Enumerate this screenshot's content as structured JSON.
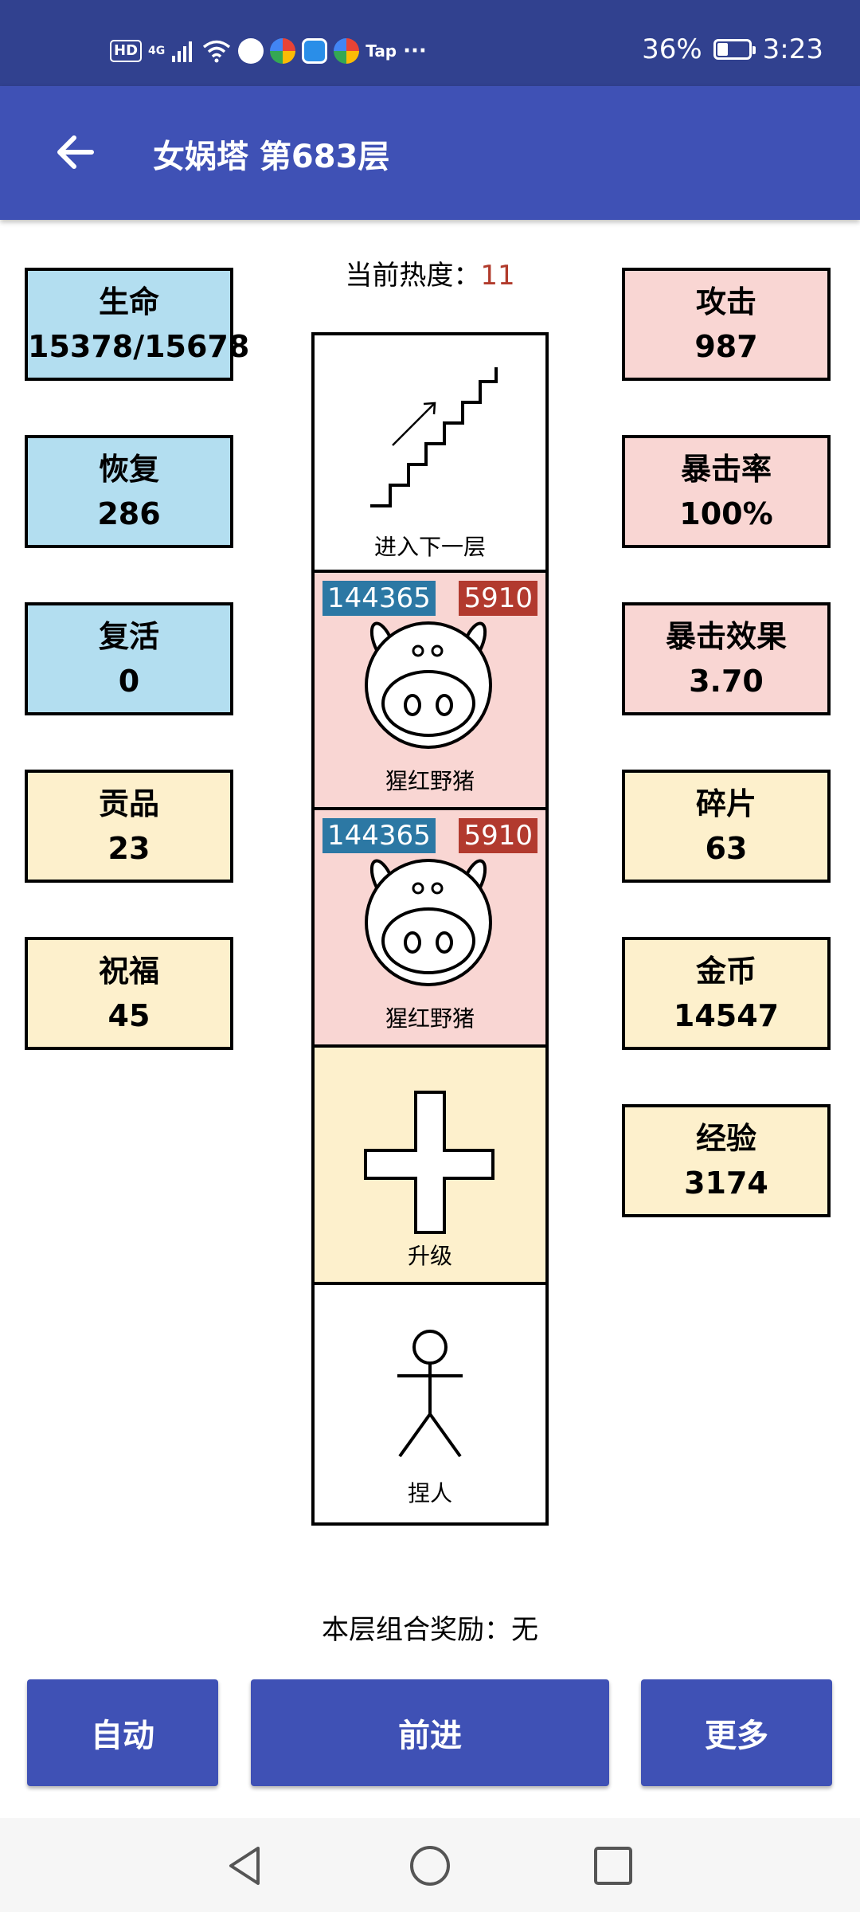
{
  "status_bar": {
    "hd": "HD",
    "network": "4G",
    "tap": "Tap",
    "more": "···",
    "battery_percent": "36%",
    "battery_level": 0.36,
    "time": "3:23"
  },
  "app_bar": {
    "title": "女娲塔 第683层",
    "back_icon": "arrow-left-icon"
  },
  "heat": {
    "label": "当前热度：",
    "value": "11"
  },
  "left_stats": [
    {
      "label": "生命",
      "value": "15378/15678",
      "color": "#b3def0"
    },
    {
      "label": "恢复",
      "value": "286",
      "color": "#b3def0"
    },
    {
      "label": "复活",
      "value": "0",
      "color": "#b3def0"
    },
    {
      "label": "贡品",
      "value": "23",
      "color": "#fdf0cc"
    },
    {
      "label": "祝福",
      "value": "45",
      "color": "#fdf0cc"
    }
  ],
  "right_stats": [
    {
      "label": "攻击",
      "value": "987",
      "color": "#f9d6d3"
    },
    {
      "label": "暴击率",
      "value": "100%",
      "color": "#f9d6d3"
    },
    {
      "label": "暴击效果",
      "value": "3.70",
      "color": "#f9d6d3"
    },
    {
      "label": "碎片",
      "value": "63",
      "color": "#fdf0cc"
    },
    {
      "label": "金币",
      "value": "14547",
      "color": "#fdf0cc"
    },
    {
      "label": "经验",
      "value": "3174",
      "color": "#fdf0cc"
    }
  ],
  "tower": [
    {
      "type": "stairs",
      "icon": "stairs-up-icon",
      "label": "进入下一层"
    },
    {
      "type": "monster",
      "icon": "pig-icon",
      "label": "猩红野猪",
      "hp": "144365",
      "attack": "5910"
    },
    {
      "type": "monster",
      "icon": "pig-icon",
      "label": "猩红野猪",
      "hp": "144365",
      "attack": "5910"
    },
    {
      "type": "upgrade",
      "icon": "plus-icon",
      "label": "升级"
    },
    {
      "type": "player",
      "icon": "stick-figure-icon",
      "label": "捏人"
    }
  ],
  "reward": "本层组合奖励：无",
  "buttons": {
    "auto": "自动",
    "forward": "前进",
    "more": "更多"
  },
  "colors": {
    "primary": "#3f51b5",
    "status_bar": "#31418f",
    "hp_badge": "#2c78a4",
    "attack_badge": "#b23a2e",
    "heat_value": "#b13b2c"
  }
}
